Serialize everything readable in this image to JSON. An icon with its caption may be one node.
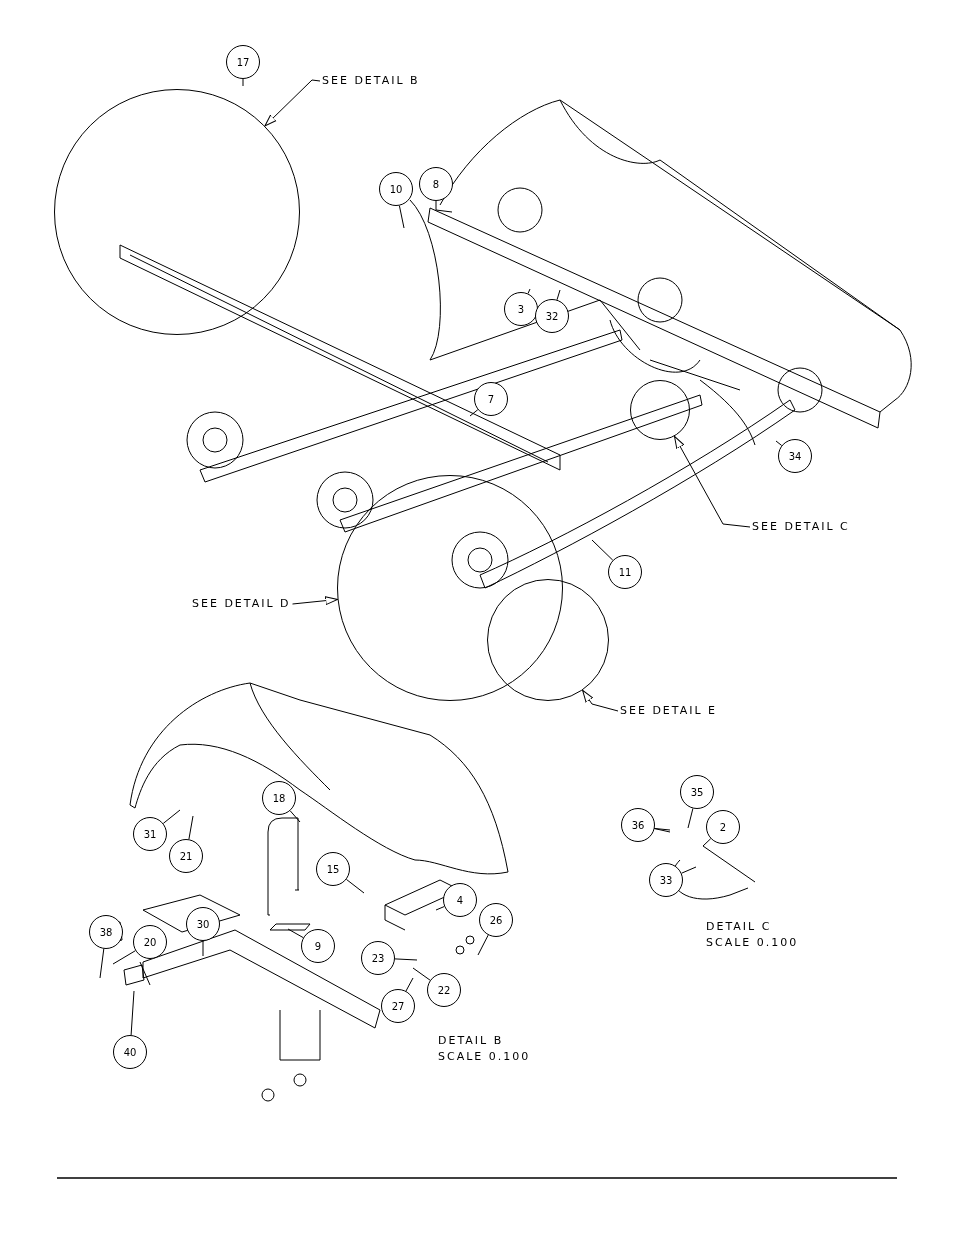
{
  "diagram": {
    "nodes": [
      {
        "text": [
          "17"
        ]
      },
      {
        "text": [
          "SEE DETAIL B"
        ]
      },
      {
        "text": [],
        "shape": "circle"
      },
      {
        "text": [
          "10"
        ]
      },
      {
        "text": [
          "8"
        ]
      },
      {
        "text": [
          "3"
        ]
      },
      {
        "text": [
          "32"
        ]
      },
      {
        "text": [
          "7"
        ]
      },
      {
        "text": [
          "34"
        ]
      },
      {
        "text": [],
        "shape": "circle"
      },
      {
        "text": [
          "SEE DETAIL C"
        ]
      },
      {
        "text": [
          "11"
        ]
      },
      {
        "text": [
          "SEE DETAIL D"
        ]
      },
      {
        "text": [],
        "shape": "circle"
      },
      {
        "text": [],
        "shape": "circle"
      },
      {
        "text": [
          "SEE DETAIL E"
        ]
      },
      {
        "text": [
          "18"
        ]
      },
      {
        "text": [
          "31"
        ]
      },
      {
        "text": [
          "21"
        ]
      },
      {
        "text": [
          "15"
        ]
      },
      {
        "text": [
          "4"
        ]
      },
      {
        "text": [
          "26"
        ]
      },
      {
        "text": [
          "30"
        ]
      },
      {
        "text": [
          "38"
        ]
      },
      {
        "text": [
          "20"
        ]
      },
      {
        "text": [
          "9"
        ]
      },
      {
        "text": [
          "23"
        ]
      },
      {
        "text": [
          "22"
        ]
      },
      {
        "text": [
          "27"
        ]
      },
      {
        "text": [
          "40"
        ]
      },
      {
        "text": [
          "35"
        ]
      },
      {
        "text": [
          "36"
        ]
      },
      {
        "text": [
          "2"
        ]
      },
      {
        "text": [
          "33"
        ]
      }
    ],
    "edges": [
      {
        "from": 0,
        "to": null,
        "arrow": "none"
      },
      {
        "from": 1,
        "to": 2,
        "arrow": "to"
      },
      {
        "from": 3,
        "to": null,
        "arrow": "none"
      },
      {
        "from": 4,
        "to": null,
        "arrow": "none"
      },
      {
        "from": 5,
        "to": null,
        "arrow": "none"
      },
      {
        "from": 6,
        "to": null,
        "arrow": "none"
      },
      {
        "from": 7,
        "to": null,
        "arrow": "none"
      },
      {
        "from": 8,
        "to": null,
        "arrow": "none"
      },
      {
        "from": 10,
        "to": 9,
        "arrow": "to"
      },
      {
        "from": 11,
        "to": null,
        "arrow": "none"
      },
      {
        "from": 12,
        "to": 13,
        "arrow": "to"
      },
      {
        "from": 15,
        "to": 14,
        "arrow": "to"
      },
      {
        "from": 16,
        "to": null,
        "arrow": "none"
      },
      {
        "from": 17,
        "to": null,
        "arrow": "none"
      },
      {
        "from": 18,
        "to": null,
        "arrow": "none"
      },
      {
        "from": 19,
        "to": null,
        "arrow": "none"
      },
      {
        "from": 20,
        "to": null,
        "arrow": "none"
      },
      {
        "from": 21,
        "to": null,
        "arrow": "none"
      },
      {
        "from": 22,
        "to": null,
        "arrow": "none"
      },
      {
        "from": 23,
        "to": null,
        "arrow": "none"
      },
      {
        "from": 24,
        "to": null,
        "arrow": "none"
      },
      {
        "from": 25,
        "to": null,
        "arrow": "none"
      },
      {
        "from": 26,
        "to": null,
        "arrow": "none"
      },
      {
        "from": 27,
        "to": null,
        "arrow": "none"
      },
      {
        "from": 28,
        "to": null,
        "arrow": "none"
      },
      {
        "from": 29,
        "to": null,
        "arrow": "none"
      },
      {
        "from": 30,
        "to": null,
        "arrow": "none"
      },
      {
        "from": 31,
        "to": null,
        "arrow": "none"
      },
      {
        "from": 32,
        "to": null,
        "arrow": "none"
      },
      {
        "from": 33,
        "to": null,
        "arrow": "none"
      }
    ],
    "labels": [
      "DETAIL B",
      "SCALE 0.100",
      "DETAIL C",
      "SCALE 0.100"
    ]
  }
}
